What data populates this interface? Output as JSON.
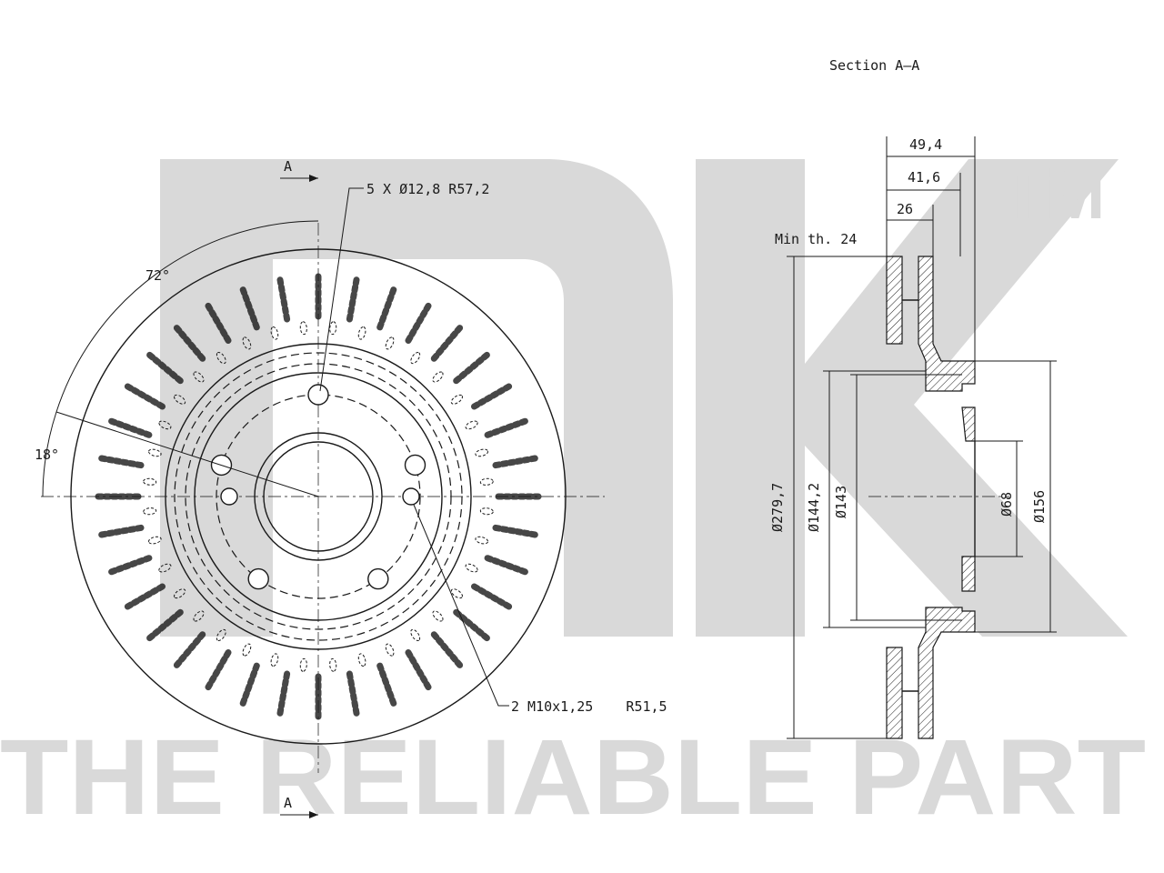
{
  "watermark": {
    "logo": "NK",
    "trademark": "TM",
    "slogan": "THE RELIABLE PART"
  },
  "front_view": {
    "section_marker_top": "A",
    "section_marker_bottom": "A",
    "bolt_holes_label": "5 X Ø12,8 R57,2",
    "threaded_holes_label": "2 M10x1,25    R51,5",
    "angle_72": "72°",
    "angle_18": "18°"
  },
  "section_view": {
    "title": "Section A–A",
    "dim_total_width": "49,4",
    "dim_hat_width": "41,6",
    "dim_disc_thickness": "26",
    "min_thickness": "Min th. 24",
    "dim_outer_diameter": "Ø279,7",
    "dim_inner_friction_diameter": "Ø144,2",
    "dim_hat_diameter": "Ø143",
    "dim_center_bore": "Ø68",
    "dim_hub_diameter": "Ø156"
  }
}
